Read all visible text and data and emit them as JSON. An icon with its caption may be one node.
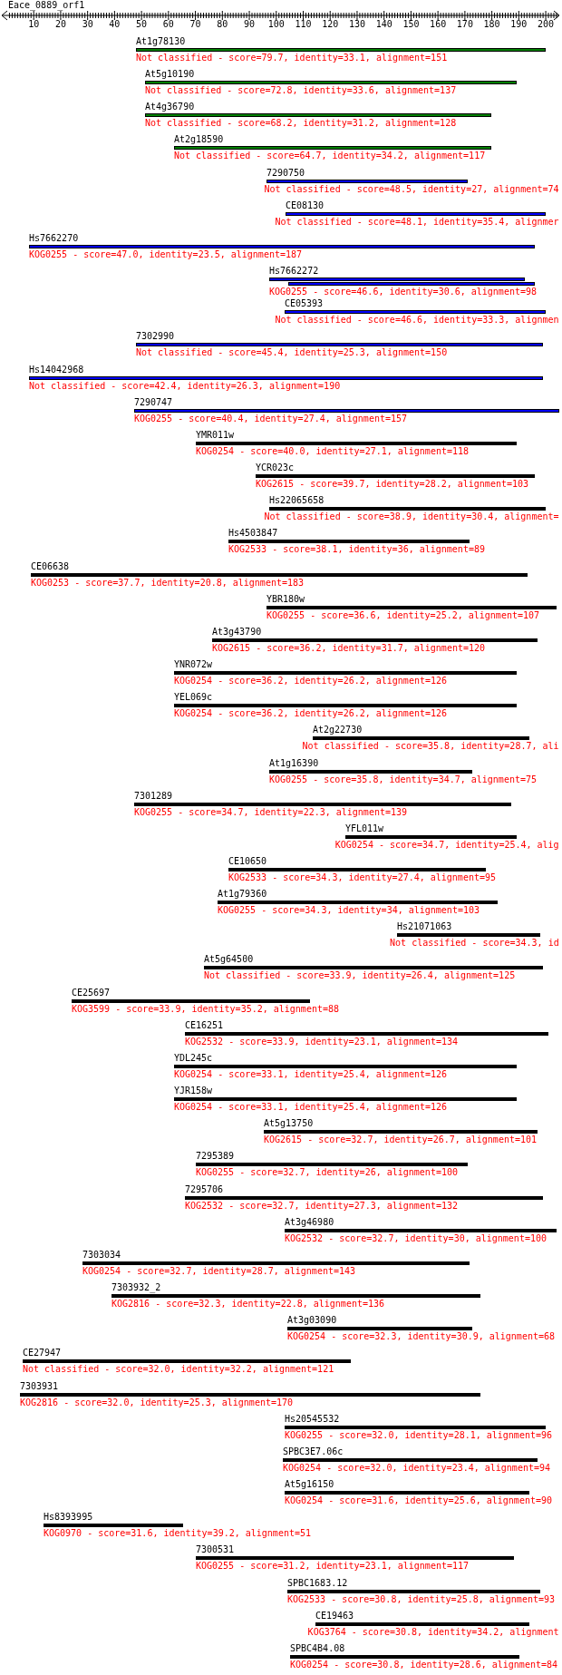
{
  "diagram": {
    "title": "Eace_0889_orf1",
    "nodes": [
      {
        "text": [
          "At1g78130",
          "Not classified - score=79.7, identity=33.1, alignment=151"
        ]
      },
      {
        "text": [
          "At5g10190",
          "Not classified - score=72.8, identity=33.6, alignment=137"
        ]
      },
      {
        "text": [
          "At4g36790",
          "Not classified - score=68.2, identity=31.2, alignment=128"
        ]
      },
      {
        "text": [
          "At2g18590",
          "Not classified - score=64.7, identity=34.2, alignment=117"
        ]
      },
      {
        "text": [
          "7290750",
          "Not classified - score=48.5, identity=27, alignment=74"
        ]
      },
      {
        "text": [
          "CE08130",
          "Not classified - score=48.1, identity=35.4, alignmer"
        ]
      },
      {
        "text": [
          "Hs7662270",
          "KOG0255 - score=47.0, identity=23.5, alignment=187"
        ]
      },
      {
        "text": [
          "Hs7662272",
          "KOG0255 - score=46.6, identity=30.6, alignment=98"
        ]
      },
      {
        "text": [
          "CE05393",
          "Not classified - score=46.6, identity=33.3, alignmen"
        ]
      },
      {
        "text": [
          "7302990",
          "Not classified - score=45.4, identity=25.3, alignment=150"
        ]
      },
      {
        "text": [
          "Hs14042968",
          "Not classified - score=42.4, identity=26.3, alignment=190"
        ]
      },
      {
        "text": [
          "7290747",
          "KOG0255 - score=40.4, identity=27.4, alignment=157"
        ]
      },
      {
        "text": [
          "YMR011w",
          "KOG0254 - score=40.0, identity=27.1, alignment=118"
        ]
      },
      {
        "text": [
          "YCR023c",
          "KOG2615 - score=39.7, identity=28.2, alignment=103"
        ]
      },
      {
        "text": [
          "Hs22065658",
          "Not classified - score=38.9, identity=30.4, alignment="
        ]
      },
      {
        "text": [
          "Hs4503847",
          "KOG2533 - score=38.1, identity=36, alignment=89"
        ]
      },
      {
        "text": [
          "CE06638",
          "KOG0253 - score=37.7, identity=20.8, alignment=183"
        ]
      },
      {
        "text": [
          "YBR180w",
          "KOG0255 - score=36.6, identity=25.2, alignment=107"
        ]
      },
      {
        "text": [
          "At3g43790",
          "KOG2615 - score=36.2, identity=31.7, alignment=120"
        ]
      },
      {
        "text": [
          "YNR072w",
          "KOG0254 - score=36.2, identity=26.2, alignment=126"
        ]
      },
      {
        "text": [
          "YEL069c",
          "KOG0254 - score=36.2, identity=26.2, alignment=126"
        ]
      },
      {
        "text": [
          "At2g22730",
          "Not classified - score=35.8, identity=28.7, ali"
        ]
      },
      {
        "text": [
          "At1g16390",
          "KOG0255 - score=35.8, identity=34.7, alignment=75"
        ]
      },
      {
        "text": [
          "7301289",
          "KOG0255 - score=34.7, identity=22.3, alignment=139"
        ]
      },
      {
        "text": [
          "YFL011w",
          "KOG0254 - score=34.7, identity=25.4, alig"
        ]
      },
      {
        "text": [
          "CE10650",
          "KOG2533 - score=34.3, identity=27.4, alignment=95"
        ]
      },
      {
        "text": [
          "At1g79360",
          "KOG0255 - score=34.3, identity=34, alignment=103"
        ]
      },
      {
        "text": [
          "Hs21071063",
          "Not classified - score=34.3, id"
        ]
      },
      {
        "text": [
          "At5g64500",
          "Not classified - score=33.9, identity=26.4, alignment=125"
        ]
      },
      {
        "text": [
          "CE25697",
          "KOG3599 - score=33.9, identity=35.2, alignment=88"
        ]
      },
      {
        "text": [
          "CE16251",
          "KOG2532 - score=33.9, identity=23.1, alignment=134"
        ]
      },
      {
        "text": [
          "YDL245c",
          "KOG0254 - score=33.1, identity=25.4, alignment=126"
        ]
      },
      {
        "text": [
          "YJR158w",
          "KOG0254 - score=33.1, identity=25.4, alignment=126"
        ]
      },
      {
        "text": [
          "At5g13750",
          "KOG2615 - score=32.7, identity=26.7, alignment=101"
        ]
      },
      {
        "text": [
          "7295389",
          "KOG0255 - score=32.7, identity=26, alignment=100"
        ]
      },
      {
        "text": [
          "7295706",
          "KOG2532 - score=32.7, identity=27.3, alignment=132"
        ]
      },
      {
        "text": [
          "At3g46980",
          "KOG2532 - score=32.7, identity=30, alignment=100"
        ]
      },
      {
        "text": [
          "7303034",
          "KOG0254 - score=32.7, identity=28.7, alignment=143"
        ]
      },
      {
        "text": [
          "7303932_2",
          "KOG2816 - score=32.3, identity=22.8, alignment=136"
        ]
      },
      {
        "text": [
          "At3g03090",
          "KOG0254 - score=32.3, identity=30.9, alignment=68"
        ]
      },
      {
        "text": [
          "CE27947",
          "Not classified - score=32.0, identity=32.2, alignment=121"
        ]
      },
      {
        "text": [
          "7303931",
          "KOG2816 - score=32.0, identity=25.3, alignment=170"
        ]
      },
      {
        "text": [
          "Hs20545532",
          "KOG0255 - score=32.0, identity=28.1, alignment=96"
        ]
      },
      {
        "text": [
          "SPBC3E7.06c",
          "KOG0254 - score=32.0, identity=23.4, alignment=94"
        ]
      },
      {
        "text": [
          "At5g16150",
          "KOG0254 - score=31.6, identity=25.6, alignment=90"
        ]
      },
      {
        "text": [
          "Hs8393995",
          "KOG0970 - score=31.6, identity=39.2, alignment=51"
        ]
      },
      {
        "text": [
          "7300531",
          "KOG0255 - score=31.2, identity=23.1, alignment=117"
        ]
      },
      {
        "text": [
          "SPBC1683.12",
          "KOG2533 - score=30.8, identity=25.8, alignment=93"
        ]
      },
      {
        "text": [
          "CE19463",
          "KOG3764 - score=30.8, identity=34.2, alignment"
        ]
      },
      {
        "text": [
          "SPBC4B4.08",
          "KOG0254 - score=30.8, identity=28.6, alignment=84"
        ]
      }
    ],
    "labels": [
      "10",
      "20",
      "30",
      "40",
      "50",
      "60",
      "70",
      "80",
      "90",
      "100",
      "110",
      "120",
      "130",
      "140",
      "150",
      "160",
      "170",
      "180",
      "190",
      "200"
    ]
  }
}
